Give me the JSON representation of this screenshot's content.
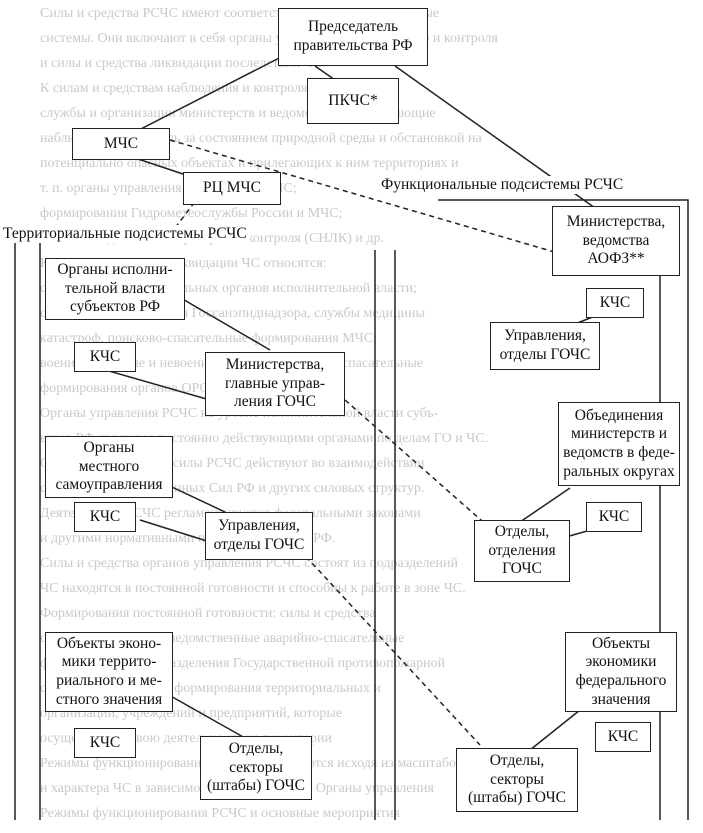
{
  "diagram": {
    "chairman": "Председатель\nправительства РФ",
    "pkchs": "ПКЧС*",
    "mchs": "МЧС",
    "rc_mchs": "РЦ МЧС",
    "functional_label": "Функциональные подсистемы РСЧС",
    "territorial_label": "Территориальные подсистемы РСЧС",
    "ministries_aofz": "Министерства,\nведомства\nАОФЗ**",
    "kchs": "КЧС",
    "regional_exec": "Органы исполни-\nтельной власти\nсубъектов РФ",
    "departments_gochs_1": "Управления,\nотделы ГОЧС",
    "ministries_main_gochs": "Министерства,\nглавные управ-\nления ГОЧС",
    "associations": "Объединения\nминистерств и\nведомств в феде-\nральных округах",
    "local_gov": "Органы\nместного\nсамоуправления",
    "departments_gochs_2": "Управления,\nотделы ГОЧС",
    "otdely_gochs": "Отделы,\nотделения\nГОЧС",
    "econ_territorial": "Объекты эконо-\nмики террито-\nриального и ме-\nстного значения",
    "econ_federal": "Объекты\nэкономики\nфедерального\nзначения",
    "sectors_1": "Отделы,\nсекторы\n(штабы) ГОЧС",
    "sectors_2": "Отделы,\nсекторы\n(штабы) ГОЧС"
  },
  "background_text": [
    "Силы и средства РСЧС имеют соответствующие системы, которые",
    "системы. Они включают в себя органы управления, информацию и контроля",
    "и силы и средства ликвидации последствий ЧС.",
    "К силам и средствам наблюдения и контроля относятся:",
    "службы и организации министерств и ведомств, осуществляющие",
    "наблюдение и контроль за состоянием природной среды и обстановкой на",
    "потенциально опасных объектах и прилегающих к ним территориях и",
    "т. п. органы управления по делам ГО и ЧС;",
    "формирования Гидрометеослужбы России и МЧС;",
    "сети наблюдения и лабораторного контроля (СНЛК) и др.",
    "К силам и средствам ликвидации ЧС относятся:",
    "силы и средства федеральных органов исполнительной власти;",
    "службы и подразделения Госсанэпиднадзора, службы медицины",
    "катастроф, поисково-спасательные формирования МЧС;",
    "военизированные и невоенизированные аварийно-спасательные",
    "формирования органов ОРС субъектов РФ и др.",
    "Органы управления РСЧС на уровне исполнительной власти субъ-",
    "ектов РФ являются постоянно действующими органами по делам ГО и ЧС.",
    "Органы управления и силы РСЧС действуют во взаимодействии",
    "с силами ГО, Вооруженных Сил РФ и других силовых структур.",
    "Деятельность РСЧС регламентируется федеральными законами",
    "и другими нормативными правовыми актами РФ.",
    "Силы и средства органов управления РСЧС состоят из подразделений",
    "ЧС находятся в постоянной готовности и способны к работе в зоне ЧС.",
    "Формирования постоянной готовности: силы и средства",
    "спасательных служб, ведомственные аварийно-спасательные",
    "формирования и подразделения Государственной противопожарной",
    "службы, специальные формирования территориальных и",
    "организаций, учреждений и предприятий, которые",
    "осуществляют свою деятельность на территории",
    "Режимы функционирования РСЧС определяются исходя из масштабов",
    "и характера ЧС в зависимости от обстановки. Органы управления",
    "Режимы функционирования РСЧС и основные мероприятия"
  ]
}
